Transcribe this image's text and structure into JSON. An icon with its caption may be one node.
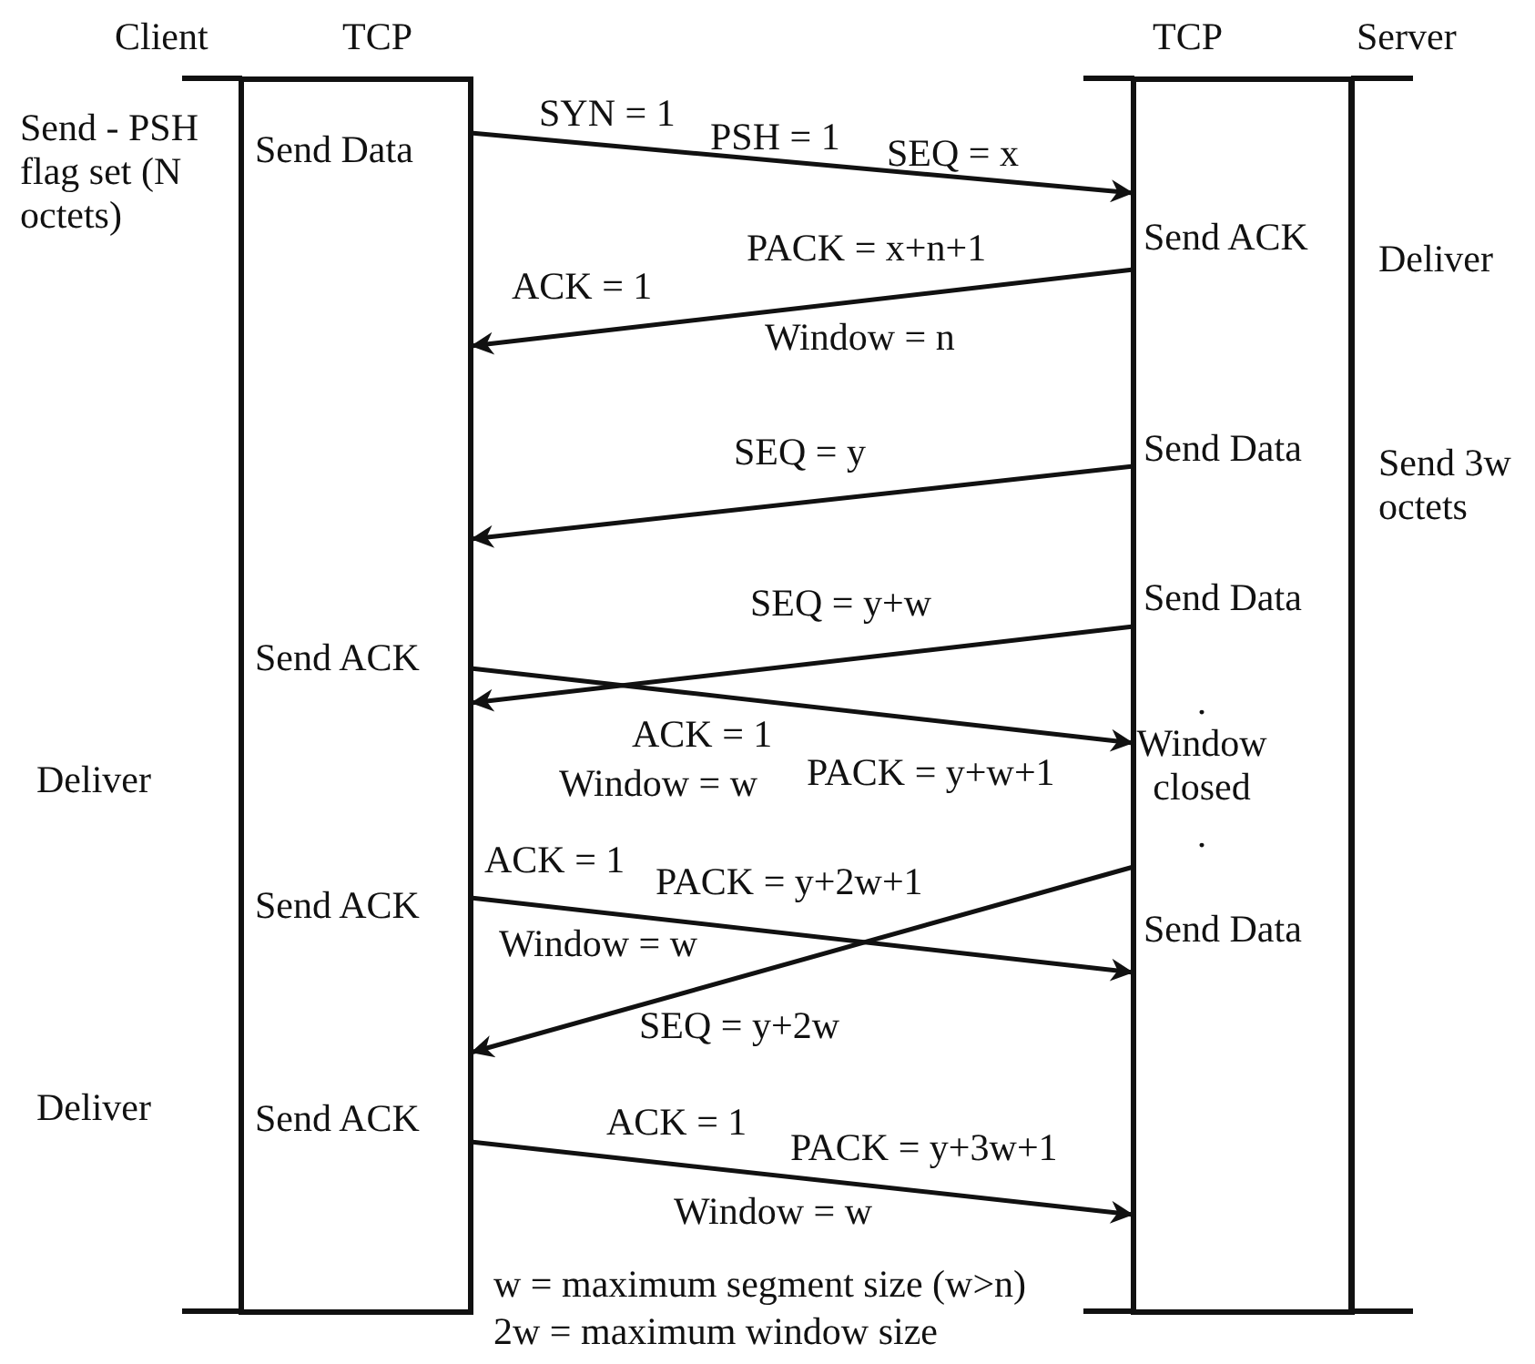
{
  "diagram": {
    "nodes": [
      {
        "text": [
          "TCP",
          "Send Data",
          "Send ACK",
          "Send ACK",
          "Send ACK"
        ]
      },
      {
        "text": [
          "TCP",
          "Send ACK",
          "Send Data",
          "Send Data",
          ".",
          "Window closed",
          ".",
          "Send Data"
        ]
      }
    ],
    "edges": [
      {
        "from": 0,
        "to": 1,
        "arrow": "to"
      },
      {
        "from": 1,
        "to": 0,
        "arrow": "to"
      },
      {
        "from": 1,
        "to": 0,
        "arrow": "to"
      },
      {
        "from": 1,
        "to": 0,
        "arrow": "to"
      },
      {
        "from": 0,
        "to": 1,
        "arrow": "to"
      },
      {
        "from": 0,
        "to": 1,
        "arrow": "to"
      },
      {
        "from": 1,
        "to": 0,
        "arrow": "to"
      },
      {
        "from": 0,
        "to": 1,
        "arrow": "to"
      }
    ],
    "labels": [
      "Client",
      "Server",
      "Send - PSH flag set (N octets)",
      "Deliver",
      "Send 3w octets",
      "Deliver",
      "Deliver",
      "SYN = 1",
      "PSH = 1",
      "SEQ = x",
      "PACK = x+n+1",
      "ACK = 1",
      "Window = n",
      "SEQ = y",
      "SEQ = y+w",
      "ACK = 1",
      "Window = w",
      "PACK = y+w+1",
      "ACK = 1",
      "PACK = y+2w+1",
      "Window = w",
      "SEQ = y+2w",
      "ACK = 1",
      "PACK = y+3w+1",
      "Window = w",
      "w = maximum segment size (w>n)",
      "2w = maximum window size"
    ]
  }
}
